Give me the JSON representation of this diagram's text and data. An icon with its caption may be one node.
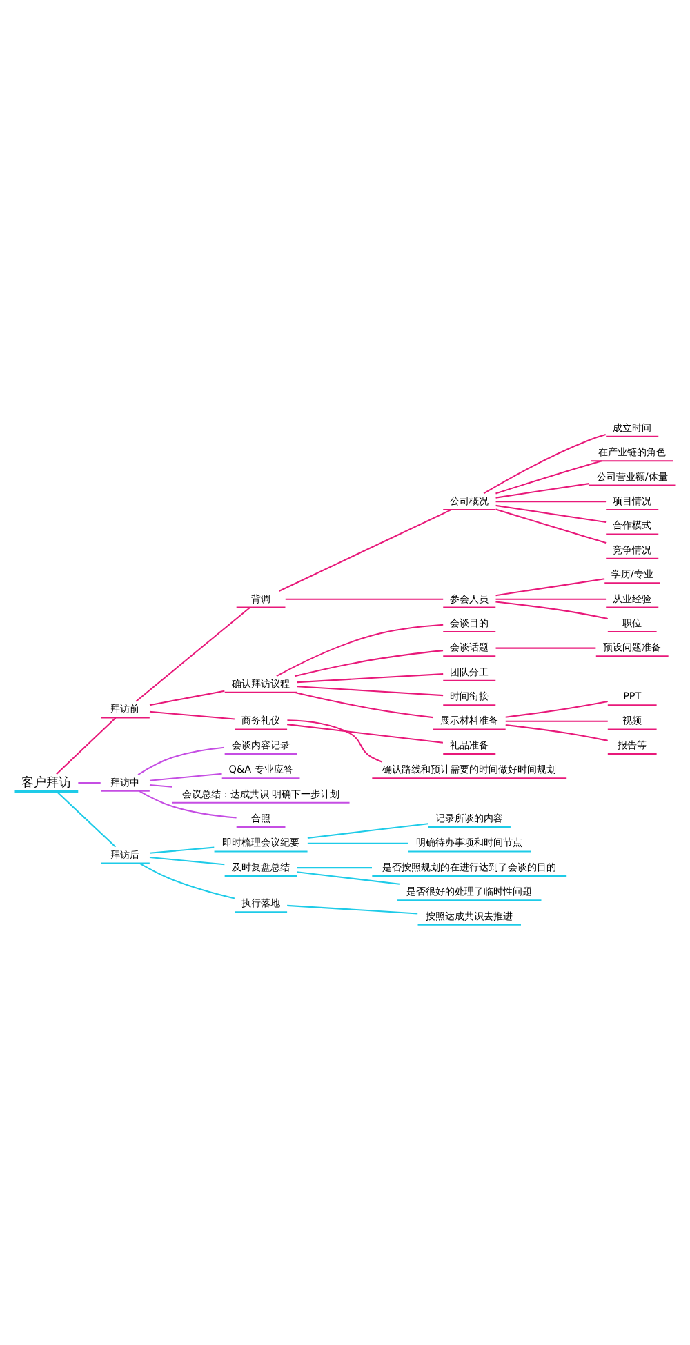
{
  "diagram": {
    "nodes": [
      {
        "text": [
          "客户拜访"
        ]
      },
      {
        "text": [
          "拜访前"
        ]
      },
      {
        "text": [
          "背调"
        ]
      },
      {
        "text": [
          "公司概况"
        ]
      },
      {
        "text": [
          "成立时间"
        ]
      },
      {
        "text": [
          "在产业链的角色"
        ]
      },
      {
        "text": [
          "公司营业额/体量"
        ]
      },
      {
        "text": [
          "项目情况"
        ]
      },
      {
        "text": [
          "合作模式"
        ]
      },
      {
        "text": [
          "竞争情况"
        ]
      },
      {
        "text": [
          "参会人员"
        ]
      },
      {
        "text": [
          "学历/专业"
        ]
      },
      {
        "text": [
          "从业经验"
        ]
      },
      {
        "text": [
          "职位"
        ]
      },
      {
        "text": [
          "确认拜访议程"
        ]
      },
      {
        "text": [
          "会谈目的"
        ]
      },
      {
        "text": [
          "会谈话题"
        ]
      },
      {
        "text": [
          "预设问题准备"
        ]
      },
      {
        "text": [
          "团队分工"
        ]
      },
      {
        "text": [
          "时间衔接"
        ]
      },
      {
        "text": [
          "展示材料准备"
        ]
      },
      {
        "text": [
          "PPT"
        ]
      },
      {
        "text": [
          "视频"
        ]
      },
      {
        "text": [
          "报告等"
        ]
      },
      {
        "text": [
          "商务礼仪"
        ]
      },
      {
        "text": [
          "礼品准备"
        ]
      },
      {
        "text": [
          "确认路线和预计需要的时间做好时间规划"
        ]
      },
      {
        "text": [
          "拜访中"
        ]
      },
      {
        "text": [
          "会谈内容记录"
        ]
      },
      {
        "text": [
          "Q&A 专业应答"
        ]
      },
      {
        "text": [
          "会议总结：达成共识 明确下一步计划"
        ]
      },
      {
        "text": [
          "合照"
        ]
      },
      {
        "text": [
          "拜访后"
        ]
      },
      {
        "text": [
          "即时梳理会议纪要"
        ]
      },
      {
        "text": [
          "记录所谈的内容"
        ]
      },
      {
        "text": [
          "明确待办事项和时间节点"
        ]
      },
      {
        "text": [
          "及时复盘总结"
        ]
      },
      {
        "text": [
          "是否按照规划的在进行达到了会谈的目的"
        ]
      },
      {
        "text": [
          "是否很好的处理了临时性问题"
        ]
      },
      {
        "text": [
          "执行落地"
        ]
      },
      {
        "text": [
          "按照达成共识去推进"
        ]
      }
    ],
    "edges": [
      {
        "from": 0,
        "to": 1,
        "arrow": "none"
      },
      {
        "from": 1,
        "to": 2,
        "arrow": "none"
      },
      {
        "from": 2,
        "to": 3,
        "arrow": "none"
      },
      {
        "from": 3,
        "to": 4,
        "arrow": "none"
      },
      {
        "from": 3,
        "to": 5,
        "arrow": "none"
      },
      {
        "from": 3,
        "to": 6,
        "arrow": "none"
      },
      {
        "from": 3,
        "to": 7,
        "arrow": "none"
      },
      {
        "from": 3,
        "to": 8,
        "arrow": "none"
      },
      {
        "from": 3,
        "to": 9,
        "arrow": "none"
      },
      {
        "from": 2,
        "to": 10,
        "arrow": "none"
      },
      {
        "from": 10,
        "to": 11,
        "arrow": "none"
      },
      {
        "from": 10,
        "to": 12,
        "arrow": "none"
      },
      {
        "from": 10,
        "to": 13,
        "arrow": "none"
      },
      {
        "from": 1,
        "to": 14,
        "arrow": "none"
      },
      {
        "from": 14,
        "to": 15,
        "arrow": "none"
      },
      {
        "from": 14,
        "to": 16,
        "arrow": "none"
      },
      {
        "from": 16,
        "to": 17,
        "arrow": "none"
      },
      {
        "from": 14,
        "to": 18,
        "arrow": "none"
      },
      {
        "from": 14,
        "to": 19,
        "arrow": "none"
      },
      {
        "from": 14,
        "to": 20,
        "arrow": "none"
      },
      {
        "from": 20,
        "to": 21,
        "arrow": "none"
      },
      {
        "from": 20,
        "to": 22,
        "arrow": "none"
      },
      {
        "from": 20,
        "to": 23,
        "arrow": "none"
      },
      {
        "from": 1,
        "to": 24,
        "arrow": "none"
      },
      {
        "from": 24,
        "to": 25,
        "arrow": "none"
      },
      {
        "from": 24,
        "to": 26,
        "arrow": "none"
      },
      {
        "from": 0,
        "to": 27,
        "arrow": "none",
        "color": "#c54de3"
      },
      {
        "from": 27,
        "to": 28,
        "arrow": "none",
        "color": "#c54de3"
      },
      {
        "from": 27,
        "to": 29,
        "arrow": "none",
        "color": "#c54de3"
      },
      {
        "from": 27,
        "to": 30,
        "arrow": "none",
        "color": "#c54de3"
      },
      {
        "from": 27,
        "to": 31,
        "arrow": "none",
        "color": "#c54de3"
      },
      {
        "from": 0,
        "to": 32,
        "arrow": "none",
        "color": "#1ecbe8"
      },
      {
        "from": 32,
        "to": 33,
        "arrow": "none",
        "color": "#1ecbe8"
      },
      {
        "from": 33,
        "to": 34,
        "arrow": "none",
        "color": "#1ecbe8"
      },
      {
        "from": 33,
        "to": 35,
        "arrow": "none",
        "color": "#1ecbe8"
      },
      {
        "from": 32,
        "to": 36,
        "arrow": "none",
        "color": "#1ecbe8"
      },
      {
        "from": 36,
        "to": 37,
        "arrow": "none",
        "color": "#1ecbe8"
      },
      {
        "from": 36,
        "to": 38,
        "arrow": "none",
        "color": "#1ecbe8"
      },
      {
        "from": 32,
        "to": 39,
        "arrow": "none",
        "color": "#1ecbe8"
      },
      {
        "from": 39,
        "to": 40,
        "arrow": "none",
        "color": "#1ecbe8"
      }
    ]
  }
}
